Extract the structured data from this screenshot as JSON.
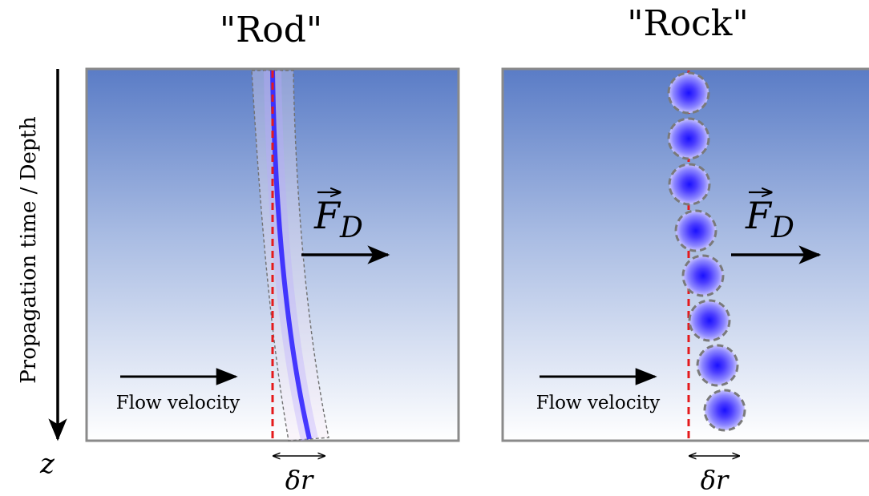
{
  "axis": {
    "label": "Propagation time / Depth",
    "symbol": "z"
  },
  "panels": [
    {
      "id": "rod",
      "title": "\"Rod\"",
      "force_label": "F",
      "force_subscript": "D",
      "flow_label": "Flow velocity",
      "delta_label": "δr"
    },
    {
      "id": "rock",
      "title": "\"Rock\"",
      "force_label": "F",
      "force_subscript": "D",
      "flow_label": "Flow velocity",
      "delta_label": "δr"
    }
  ],
  "colors": {
    "top_gradient": "#5a7cc6",
    "bottom_gradient": "#ffffff",
    "frame": "#8a8a8a",
    "reference_line": "#e41a1c",
    "beam_core": "#2a1cff",
    "outline_dashed": "#707070"
  }
}
